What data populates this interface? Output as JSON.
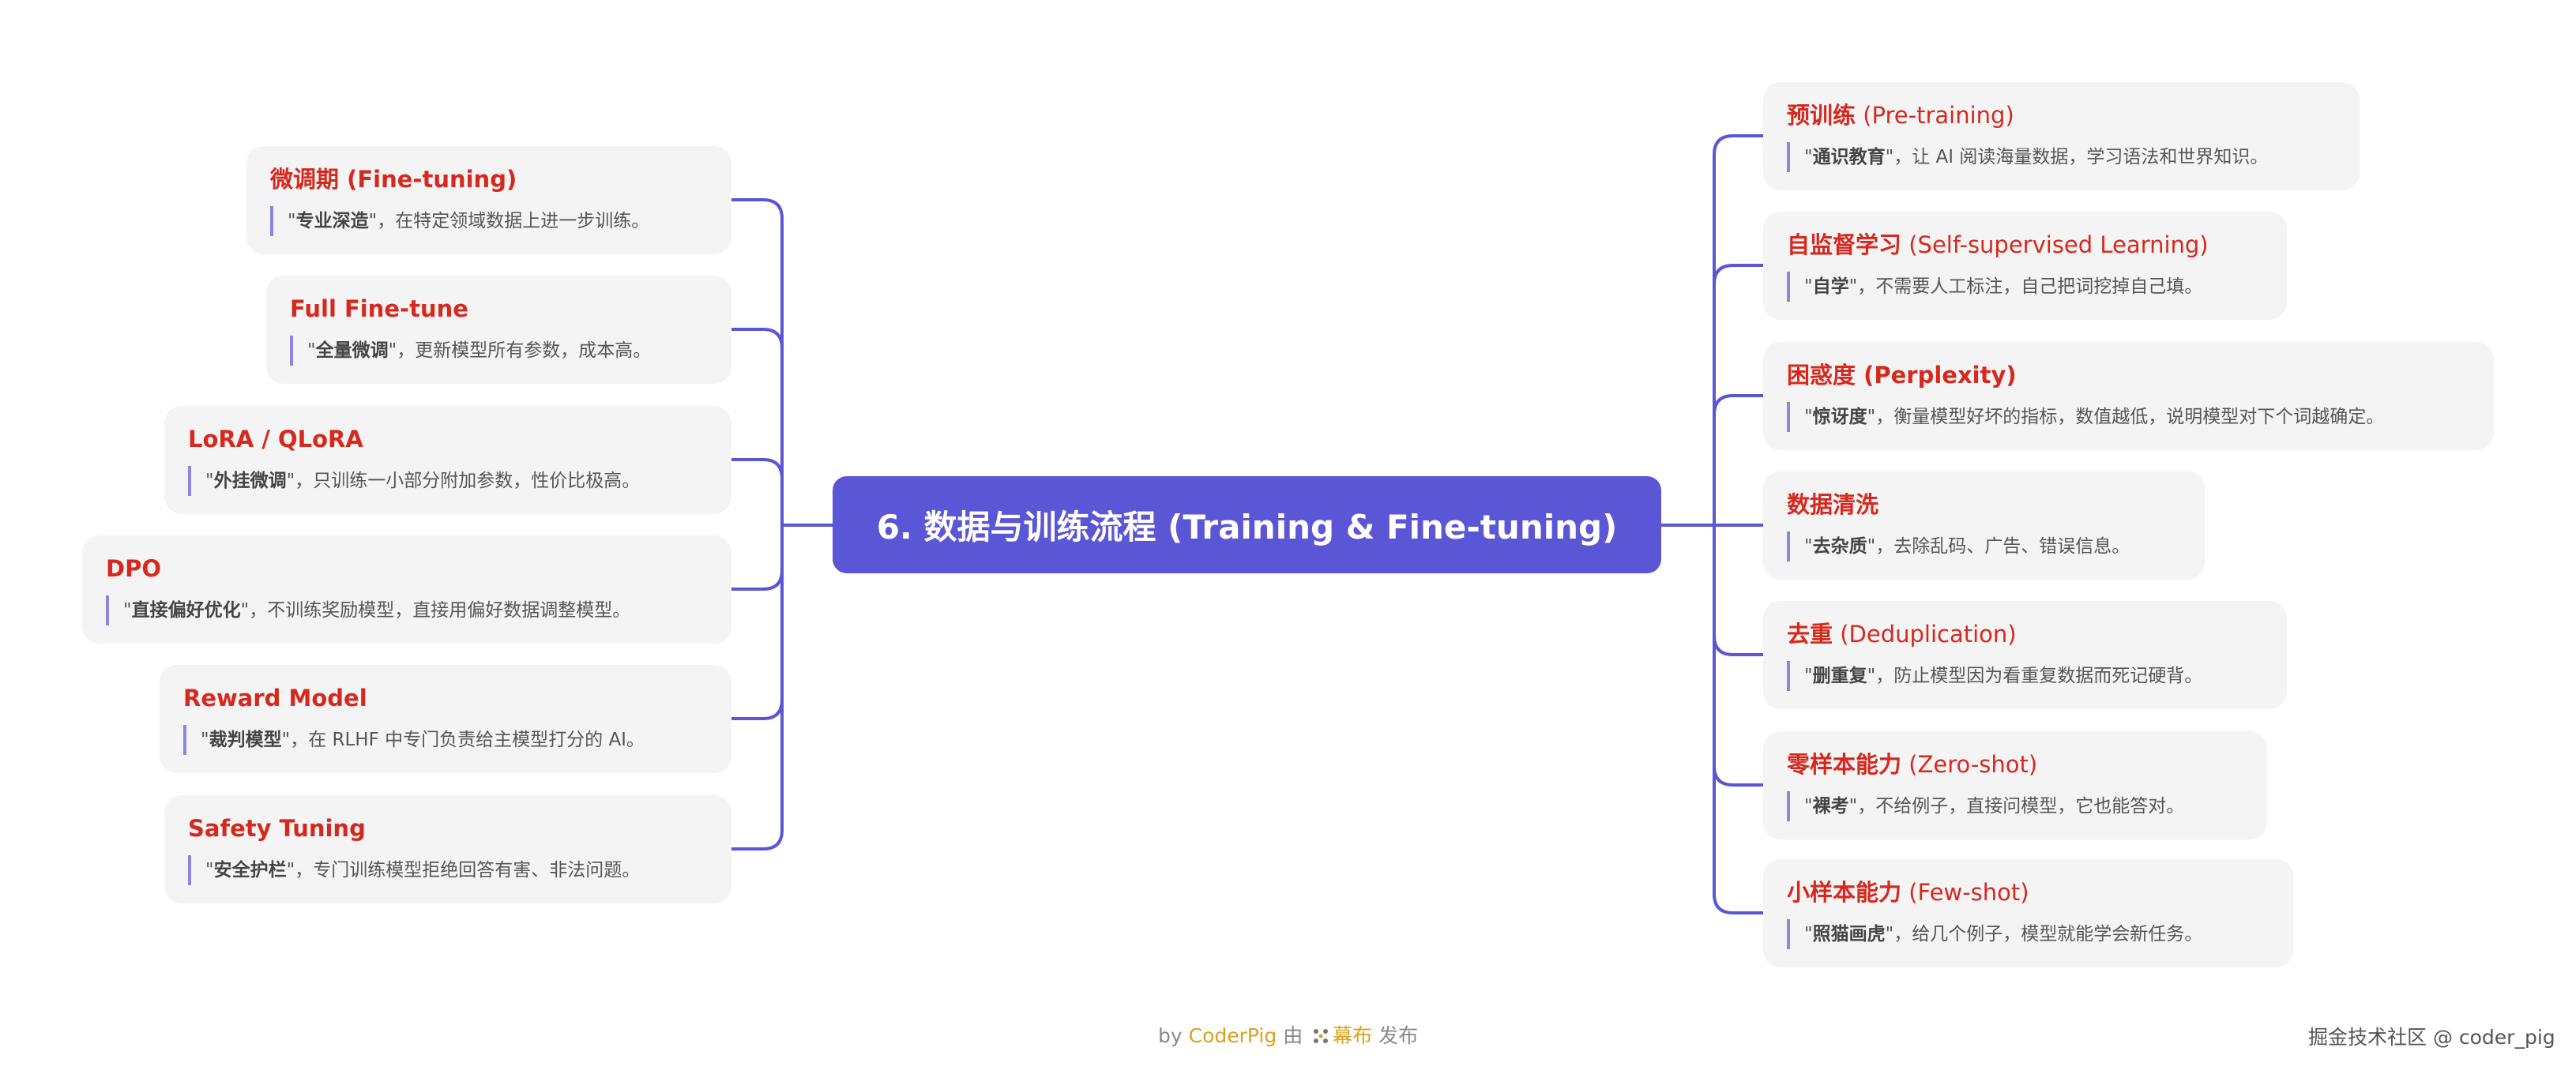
{
  "center": {
    "title": "6. 数据与训练流程 (Training & Fine-tuning)"
  },
  "left_nodes": [
    {
      "title_main": "微调期",
      "title_sub": " (Fine-tuning)",
      "sub_bold": true,
      "term": "专业深造",
      "desc": "，在特定领域数据上进一步训练。"
    },
    {
      "title_main": "Full Fine-tune",
      "title_sub": "",
      "sub_bold": true,
      "term": "全量微调",
      "desc": "，更新模型所有参数，成本高。"
    },
    {
      "title_main": "LoRA / QLoRA",
      "title_sub": "",
      "sub_bold": true,
      "term": "外挂微调",
      "desc": "，只训练一小部分附加参数，性价比极高。"
    },
    {
      "title_main": "DPO",
      "title_sub": "",
      "sub_bold": true,
      "term": "直接偏好优化",
      "desc": "，不训练奖励模型，直接用偏好数据调整模型。"
    },
    {
      "title_main": "Reward Model",
      "title_sub": "",
      "sub_bold": true,
      "term": "裁判模型",
      "desc": "，在 RLHF 中专门负责给主模型打分的 AI。"
    },
    {
      "title_main": "Safety Tuning",
      "title_sub": "",
      "sub_bold": true,
      "term": "安全护栏",
      "desc": "，专门训练模型拒绝回答有害、非法问题。"
    }
  ],
  "right_nodes": [
    {
      "title_main": "预训练",
      "title_sub": " (Pre-training)",
      "sub_bold": false,
      "term": "通识教育",
      "desc": "，让 AI 阅读海量数据，学习语法和世界知识。"
    },
    {
      "title_main": "自监督学习",
      "title_sub": " (Self-supervised Learning)",
      "sub_bold": false,
      "term": "自学",
      "desc": "，不需要人工标注，自己把词挖掉自己填。"
    },
    {
      "title_main": "困惑度",
      "title_sub": " (Perplexity)",
      "sub_bold": true,
      "term": "惊讶度",
      "desc": "，衡量模型好坏的指标，数值越低，说明模型对下个词越确定。"
    },
    {
      "title_main": "数据清洗",
      "title_sub": "",
      "sub_bold": true,
      "term": "去杂质",
      "desc": "，去除乱码、广告、错误信息。"
    },
    {
      "title_main": "去重",
      "title_sub": " (Deduplication)",
      "sub_bold": false,
      "term": "删重复",
      "desc": "，防止模型因为看重复数据而死记硬背。"
    },
    {
      "title_main": "零样本能力",
      "title_sub": " (Zero-shot)",
      "sub_bold": false,
      "term": "裸考",
      "desc": "，不给例子，直接问模型，它也能答对。"
    },
    {
      "title_main": "小样本能力",
      "title_sub": " (Few-shot)",
      "sub_bold": false,
      "term": "照猫画虎",
      "desc": "，给几个例子，模型就能学会新任务。"
    }
  ],
  "footer": {
    "by": "by ",
    "author": "CoderPig",
    "middle": " 由 ",
    "brand": "幕布",
    "end": " 发布"
  },
  "watermark": "掘金技术社区 @ coder_pig",
  "colors": {
    "accent": "#5b56d6",
    "title": "#d7281e",
    "node_bg": "#f4f4f4"
  }
}
